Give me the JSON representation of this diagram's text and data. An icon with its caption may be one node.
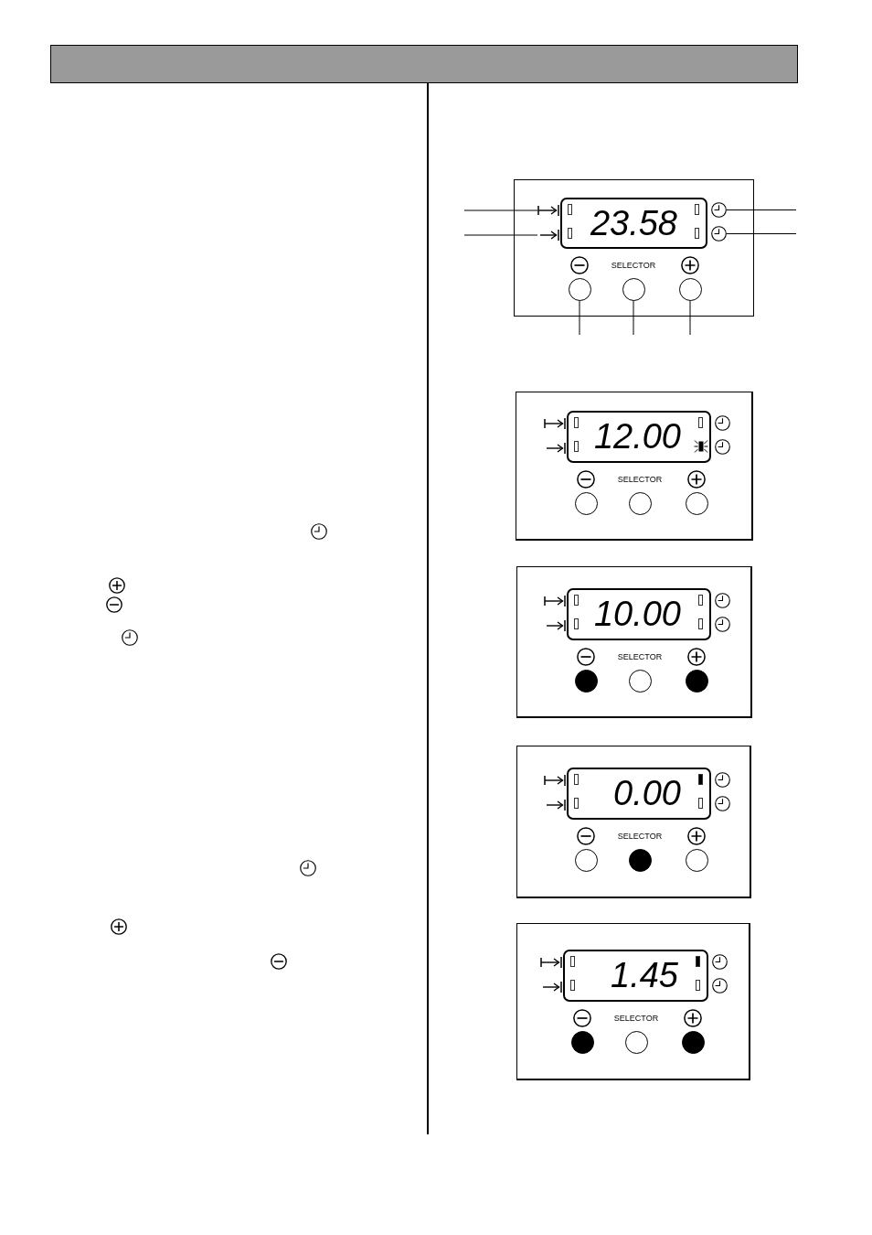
{
  "diagram": {
    "nodes": [
      {
        "text": [
          "SELECTOR"
        ]
      },
      {
        "text": [],
        "shape": "picture",
        "in": 0
      },
      {
        "text": [
          "23.58"
        ],
        "in": 0
      },
      {
        "text": [],
        "shape": "picture",
        "in": 0
      },
      {
        "text": [],
        "shape": "picture",
        "in": 0
      },
      {
        "text": [],
        "shape": "picture",
        "in": 0
      },
      {
        "text": [],
        "shape": "circle",
        "in": 0
      },
      {
        "text": [],
        "shape": "circle",
        "in": 0
      },
      {
        "text": [],
        "shape": "circle",
        "in": 0
      },
      {
        "text": [
          "SELECTOR"
        ]
      },
      {
        "text": [
          "12.00"
        ],
        "in": 9
      },
      {
        "text": [],
        "shape": "circle",
        "in": 9
      },
      {
        "text": [],
        "shape": "circle",
        "in": 9
      },
      {
        "text": [],
        "shape": "circle",
        "in": 9
      },
      {
        "text": [
          "SELECTOR"
        ]
      },
      {
        "text": [
          "10.00"
        ],
        "in": 14
      },
      {
        "text": [],
        "shape": "disc",
        "in": 14
      },
      {
        "text": [],
        "shape": "circle",
        "in": 14
      },
      {
        "text": [],
        "shape": "disc",
        "in": 14
      },
      {
        "text": [
          "SELECTOR"
        ]
      },
      {
        "text": [
          "0.00"
        ],
        "in": 19
      },
      {
        "text": [],
        "shape": "circle",
        "in": 19
      },
      {
        "text": [],
        "shape": "disc",
        "in": 19
      },
      {
        "text": [],
        "shape": "circle",
        "in": 19
      },
      {
        "text": [
          "SELECTOR"
        ]
      },
      {
        "text": [
          "1.45"
        ],
        "in": 24
      },
      {
        "text": [],
        "shape": "disc",
        "in": 24
      },
      {
        "text": [],
        "shape": "circle",
        "in": 24
      },
      {
        "text": [],
        "shape": "disc",
        "in": 24
      }
    ],
    "edges": [
      {
        "from": null,
        "to": 1,
        "arrow": "none"
      },
      {
        "from": null,
        "to": 4,
        "arrow": "none"
      },
      {
        "from": null,
        "to": 3,
        "arrow": "none"
      },
      {
        "from": null,
        "to": 5,
        "arrow": "none"
      },
      {
        "from": null,
        "to": 6,
        "arrow": "none"
      },
      {
        "from": null,
        "to": 7,
        "arrow": "none"
      },
      {
        "from": null,
        "to": 8,
        "arrow": "none"
      }
    ]
  }
}
